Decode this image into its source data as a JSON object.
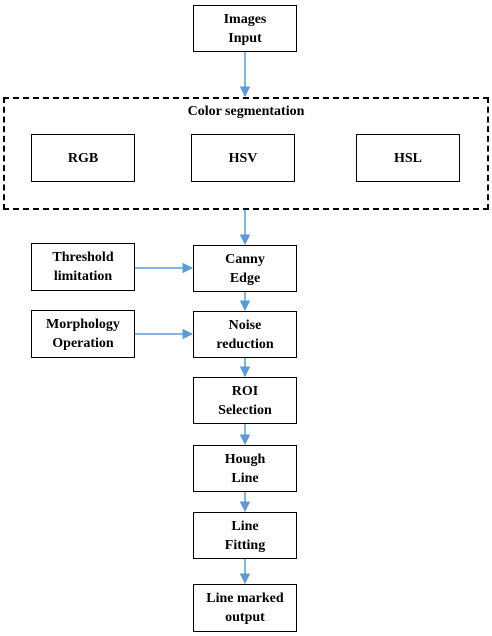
{
  "nodes": {
    "images_input": "Images\nInput",
    "color_segmentation": "Color segmentation",
    "rgb": "RGB",
    "hsv": "HSV",
    "hsl": "HSL",
    "threshold_limitation": "Threshold\nlimitation",
    "canny_edge": "Canny\nEdge",
    "morphology_operation": "Morphology\nOperation",
    "noise_reduction": "Noise\nreduction",
    "roi_selection": "ROI\nSelection",
    "hough_line": "Hough\nLine",
    "line_fitting": "Line\nFitting",
    "line_marked_output": "Line marked\noutput"
  },
  "colors": {
    "arrow": "#5b9bd5",
    "border": "#000000"
  }
}
